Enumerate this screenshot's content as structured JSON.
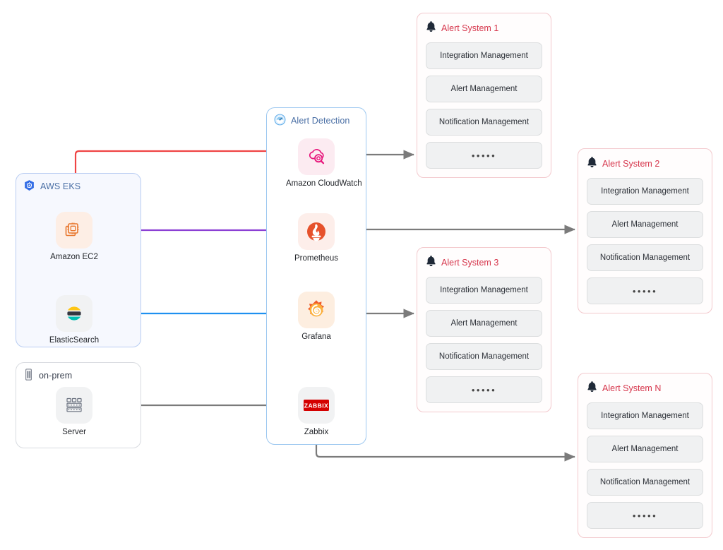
{
  "groups": {
    "eks": {
      "title": "AWS EKS",
      "icon": "kubernetes-icon"
    },
    "onprem": {
      "title": "on-prem",
      "icon": "server-rack-icon"
    },
    "detection": {
      "title": "Alert Detection",
      "icon": "gauge-icon"
    }
  },
  "nodes": {
    "ec2": {
      "label": "Amazon EC2",
      "icon": "amazon-ec2-icon"
    },
    "es": {
      "label": "ElasticSearch",
      "icon": "elasticsearch-icon"
    },
    "server": {
      "label": "Server",
      "icon": "server-icon"
    },
    "cw": {
      "label": "Amazon CloudWatch",
      "icon": "amazon-cloudwatch-icon"
    },
    "prom": {
      "label": "Prometheus",
      "icon": "prometheus-icon"
    },
    "graf": {
      "label": "Grafana",
      "icon": "grafana-icon"
    },
    "zbx": {
      "label": "Zabbix",
      "icon": "zabbix-icon"
    }
  },
  "alert_systems": [
    {
      "id": "a1",
      "title": "Alert System 1",
      "icon": "bell-icon",
      "items": [
        "Integration Management",
        "Alert Management",
        "Notification Management",
        "•••••"
      ]
    },
    {
      "id": "a2",
      "title": "Alert System 2",
      "icon": "bell-icon",
      "items": [
        "Integration Management",
        "Alert Management",
        "Notification Management",
        "•••••"
      ]
    },
    {
      "id": "a3",
      "title": "Alert System 3",
      "icon": "bell-icon",
      "items": [
        "Integration Management",
        "Alert Management",
        "Notification Management",
        "•••••"
      ]
    },
    {
      "id": "an",
      "title": "Alert System N",
      "icon": "bell-icon",
      "items": [
        "Integration Management",
        "Alert Management",
        "Notification Management",
        "•••••"
      ]
    }
  ],
  "edges": [
    {
      "from": "aws-eks",
      "to": "amazon-cloudwatch",
      "color": "#ef4444"
    },
    {
      "from": "amazon-ec2",
      "to": "prometheus",
      "color": "#8b3fd4"
    },
    {
      "from": "elasticsearch",
      "to": "grafana",
      "color": "#1e90f0"
    },
    {
      "from": "server",
      "to": "zabbix",
      "color": "#7b7b7b"
    },
    {
      "from": "amazon-cloudwatch",
      "to": "alert-system-1",
      "color": "#7b7b7b"
    },
    {
      "from": "prometheus",
      "to": "alert-system-2",
      "color": "#7b7b7b"
    },
    {
      "from": "grafana",
      "to": "alert-system-3",
      "color": "#7b7b7b"
    },
    {
      "from": "zabbix",
      "to": "alert-system-n",
      "color": "#7b7b7b"
    }
  ],
  "colors": {
    "red": "#ef4444",
    "purple": "#8b3fd4",
    "blue": "#1e90f0",
    "grey": "#7b7b7b",
    "alert_title": "#d6364c",
    "group_blue": "#4a6fa5"
  }
}
